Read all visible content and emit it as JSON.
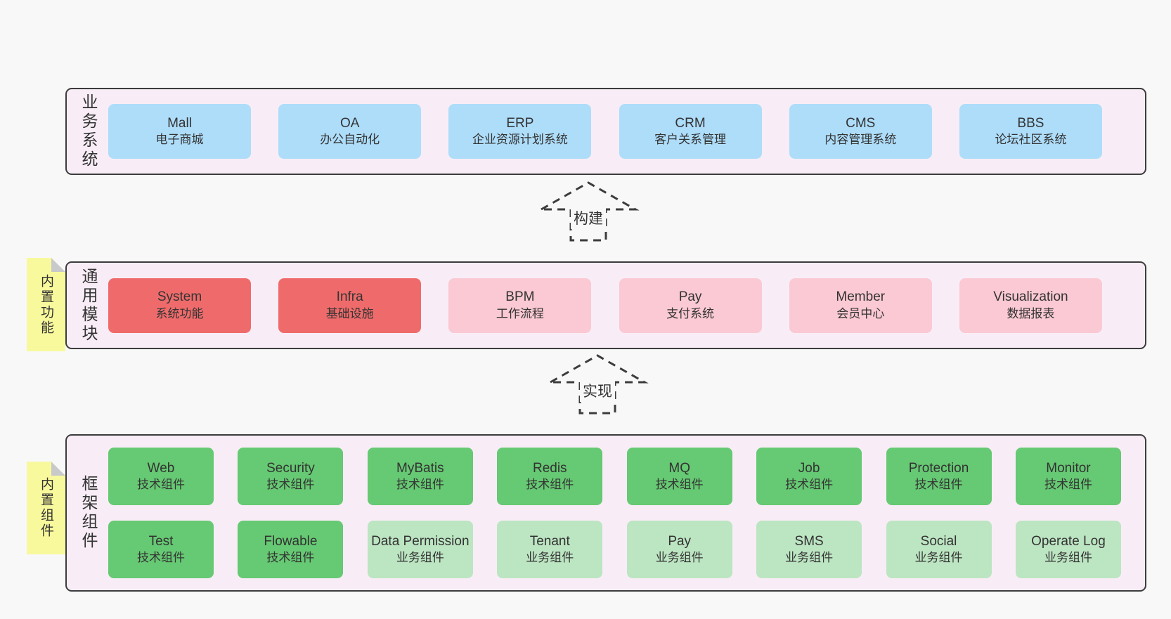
{
  "palette": {
    "page_bg": "#f8f8f8",
    "band_bg": "#f8edf6",
    "band_border": "#3c3c3c",
    "blue_box": "#aeddfa",
    "red_box": "#ef6b6b",
    "pink_box": "#fac9d3",
    "green_box": "#66c973",
    "light_green_box": "#bce5c2",
    "note_yellow": "#f8f99c",
    "note_fold_gray": "#c8c9cb",
    "text": "#333333"
  },
  "arrows": [
    {
      "label": "构建"
    },
    {
      "label": "实现"
    }
  ],
  "bands": [
    {
      "label": "业务系统",
      "boxes": [
        {
          "title": "Mall",
          "subtitle": "电子商城"
        },
        {
          "title": "OA",
          "subtitle": "办公自动化"
        },
        {
          "title": "ERP",
          "subtitle": "企业资源计划系统"
        },
        {
          "title": "CRM",
          "subtitle": "客户关系管理"
        },
        {
          "title": "CMS",
          "subtitle": "内容管理系统"
        },
        {
          "title": "BBS",
          "subtitle": "论坛社区系统"
        }
      ]
    },
    {
      "label": "通用模块",
      "note": "内置功能",
      "boxes": [
        {
          "title": "System",
          "subtitle": "系统功能"
        },
        {
          "title": "Infra",
          "subtitle": "基础设施"
        },
        {
          "title": "BPM",
          "subtitle": "工作流程"
        },
        {
          "title": "Pay",
          "subtitle": "支付系统"
        },
        {
          "title": "Member",
          "subtitle": "会员中心"
        },
        {
          "title": "Visualization",
          "subtitle": "数据报表"
        }
      ]
    },
    {
      "label": "框架组件",
      "note": "内置组件",
      "rows": [
        [
          {
            "title": "Web",
            "subtitle": "技术组件"
          },
          {
            "title": "Security",
            "subtitle": "技术组件"
          },
          {
            "title": "MyBatis",
            "subtitle": "技术组件"
          },
          {
            "title": "Redis",
            "subtitle": "技术组件"
          },
          {
            "title": "MQ",
            "subtitle": "技术组件"
          },
          {
            "title": "Job",
            "subtitle": "技术组件"
          },
          {
            "title": "Protection",
            "subtitle": "技术组件"
          },
          {
            "title": "Monitor",
            "subtitle": "技术组件"
          }
        ],
        [
          {
            "title": "Test",
            "subtitle": "技术组件"
          },
          {
            "title": "Flowable",
            "subtitle": "技术组件"
          },
          {
            "title": "Data Permission",
            "subtitle": "业务组件"
          },
          {
            "title": "Tenant",
            "subtitle": "业务组件"
          },
          {
            "title": "Pay",
            "subtitle": "业务组件"
          },
          {
            "title": "SMS",
            "subtitle": "业务组件"
          },
          {
            "title": "Social",
            "subtitle": "业务组件"
          },
          {
            "title": "Operate Log",
            "subtitle": "业务组件"
          }
        ]
      ]
    }
  ]
}
